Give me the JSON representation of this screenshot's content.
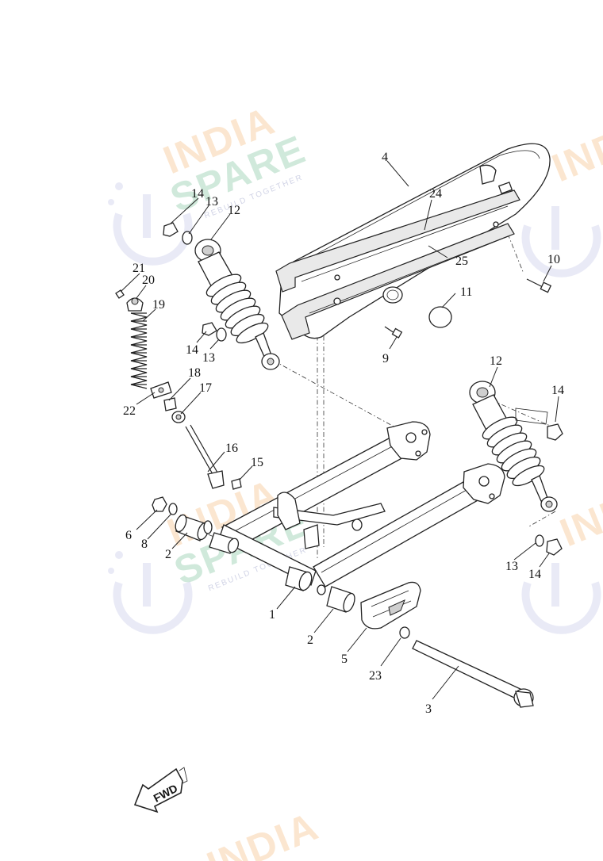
{
  "watermark": {
    "brand_top": "INDIA",
    "brand_bottom": "SPARE",
    "tagline": "REBUILD TOGETHER"
  },
  "fwd_label": "FWD",
  "callouts": [
    {
      "id": "c1",
      "label": "1"
    },
    {
      "id": "c2a",
      "label": "2"
    },
    {
      "id": "c2b",
      "label": "2"
    },
    {
      "id": "c3",
      "label": "3"
    },
    {
      "id": "c4",
      "label": "4"
    },
    {
      "id": "c5",
      "label": "5"
    },
    {
      "id": "c6",
      "label": "6"
    },
    {
      "id": "c8",
      "label": "8"
    },
    {
      "id": "c9",
      "label": "9"
    },
    {
      "id": "c10",
      "label": "10"
    },
    {
      "id": "c11",
      "label": "11"
    },
    {
      "id": "c12a",
      "label": "12"
    },
    {
      "id": "c12b",
      "label": "12"
    },
    {
      "id": "c13a",
      "label": "13"
    },
    {
      "id": "c13b",
      "label": "13"
    },
    {
      "id": "c13c",
      "label": "13"
    },
    {
      "id": "c14a",
      "label": "14"
    },
    {
      "id": "c14b",
      "label": "14"
    },
    {
      "id": "c14c",
      "label": "14"
    },
    {
      "id": "c14d",
      "label": "14"
    },
    {
      "id": "c15",
      "label": "15"
    },
    {
      "id": "c16",
      "label": "16"
    },
    {
      "id": "c17",
      "label": "17"
    },
    {
      "id": "c18",
      "label": "18"
    },
    {
      "id": "c19",
      "label": "19"
    },
    {
      "id": "c20",
      "label": "20"
    },
    {
      "id": "c21",
      "label": "21"
    },
    {
      "id": "c22",
      "label": "22"
    },
    {
      "id": "c23",
      "label": "23"
    },
    {
      "id": "c24",
      "label": "24"
    },
    {
      "id": "c25",
      "label": "25"
    }
  ]
}
